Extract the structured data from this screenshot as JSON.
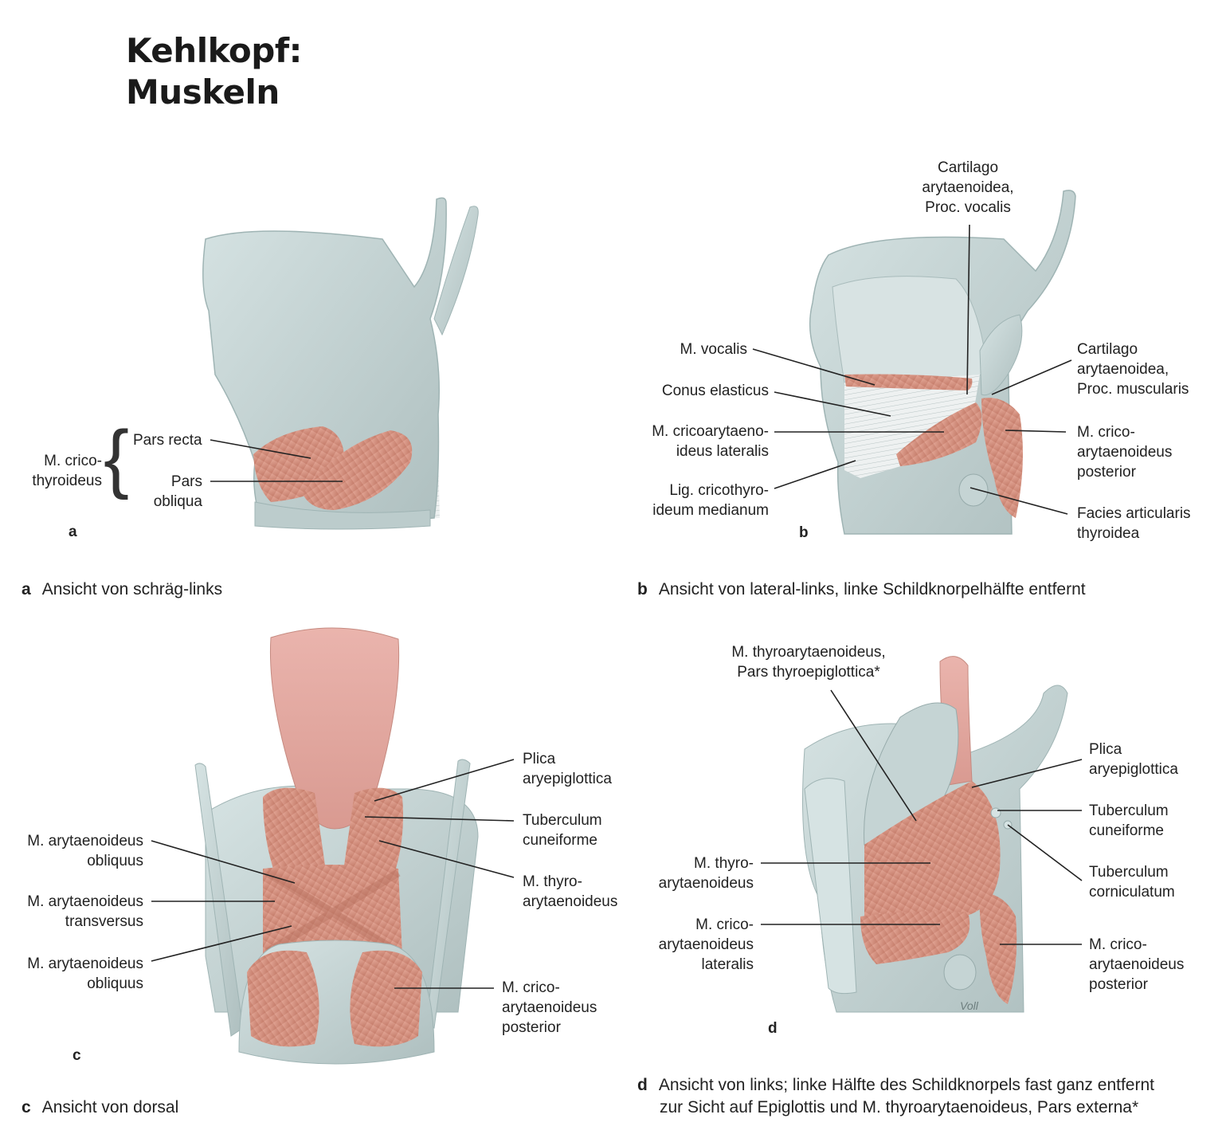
{
  "title": {
    "line1": "Kehlkopf:",
    "line2": "Muskeln"
  },
  "panels": {
    "a": {
      "letter": "a",
      "caption_letter": "a",
      "caption": "Ansicht von schräg-links",
      "labels": {
        "group_line1": "M. crico-",
        "group_line2": "thyroideus",
        "pars_recta": "Pars recta",
        "pars_obliqua_1": "Pars",
        "pars_obliqua_2": "obliqua"
      }
    },
    "b": {
      "letter": "b",
      "caption_letter": "b",
      "caption": "Ansicht von lateral-links, linke Schildknorpelhälfte entfernt",
      "labels": {
        "proc_vocalis_1": "Cartilago",
        "proc_vocalis_2": "arytaenoidea,",
        "proc_vocalis_3": "Proc. vocalis",
        "m_vocalis": "M. vocalis",
        "conus": "Conus elasticus",
        "cricoaryt_lat_1": "M. cricoarytaeno-",
        "cricoaryt_lat_2": "ideus lateralis",
        "lig_1": "Lig. cricothyro-",
        "lig_2": "ideum medianum",
        "proc_musc_1": "Cartilago",
        "proc_musc_2": "arytaenoidea,",
        "proc_musc_3": "Proc. muscularis",
        "cricoaryt_post_1": "M. crico-",
        "cricoaryt_post_2": "arytaenoideus",
        "cricoaryt_post_3": "posterior",
        "facies_1": "Facies articularis",
        "facies_2": "thyroidea"
      }
    },
    "c": {
      "letter": "c",
      "caption_letter": "c",
      "caption": "Ansicht von dorsal",
      "labels": {
        "obl1_1": "M. arytaenoideus",
        "obl1_2": "obliquus",
        "transv_1": "M. arytaenoideus",
        "transv_2": "transversus",
        "obl2_1": "M. arytaenoideus",
        "obl2_2": "obliquus",
        "plica_1": "Plica",
        "plica_2": "aryepiglottica",
        "tub_1": "Tuberculum",
        "tub_2": "cuneiforme",
        "thyro_1": "M. thyro-",
        "thyro_2": "arytaenoideus",
        "post_1": "M. crico-",
        "post_2": "arytaenoideus",
        "post_3": "posterior"
      }
    },
    "d": {
      "letter": "d",
      "caption_letter": "d",
      "caption_line1": "Ansicht von links; linke Hälfte des Schildknorpels fast ganz entfernt",
      "caption_line2": "zur Sicht auf Epiglottis und M. thyroarytaenoideus, Pars externa*",
      "signature": "Voll",
      "labels": {
        "thyroepi_1": "M. thyroarytaenoideus,",
        "thyroepi_2": "Pars thyroepiglottica*",
        "thyro_1": "M. thyro-",
        "thyro_2": "arytaenoideus",
        "lat_1": "M. crico-",
        "lat_2": "arytaenoideus",
        "lat_3": "lateralis",
        "plica_1": "Plica",
        "plica_2": "aryepiglottica",
        "cune_1": "Tuberculum",
        "cune_2": "cuneiforme",
        "corni_1": "Tuberculum",
        "corni_2": "corniculatum",
        "post_1": "M. crico-",
        "post_2": "arytaenoideus",
        "post_3": "posterior"
      }
    }
  },
  "colors": {
    "cartilage": "#c9d8d8",
    "cartilage_dark": "#9fb4b4",
    "muscle": "#d99585",
    "muscle_dark": "#b8715f",
    "mucosa": "#e5aaa2",
    "ligament": "#e8ecec",
    "leader": "#222222"
  }
}
